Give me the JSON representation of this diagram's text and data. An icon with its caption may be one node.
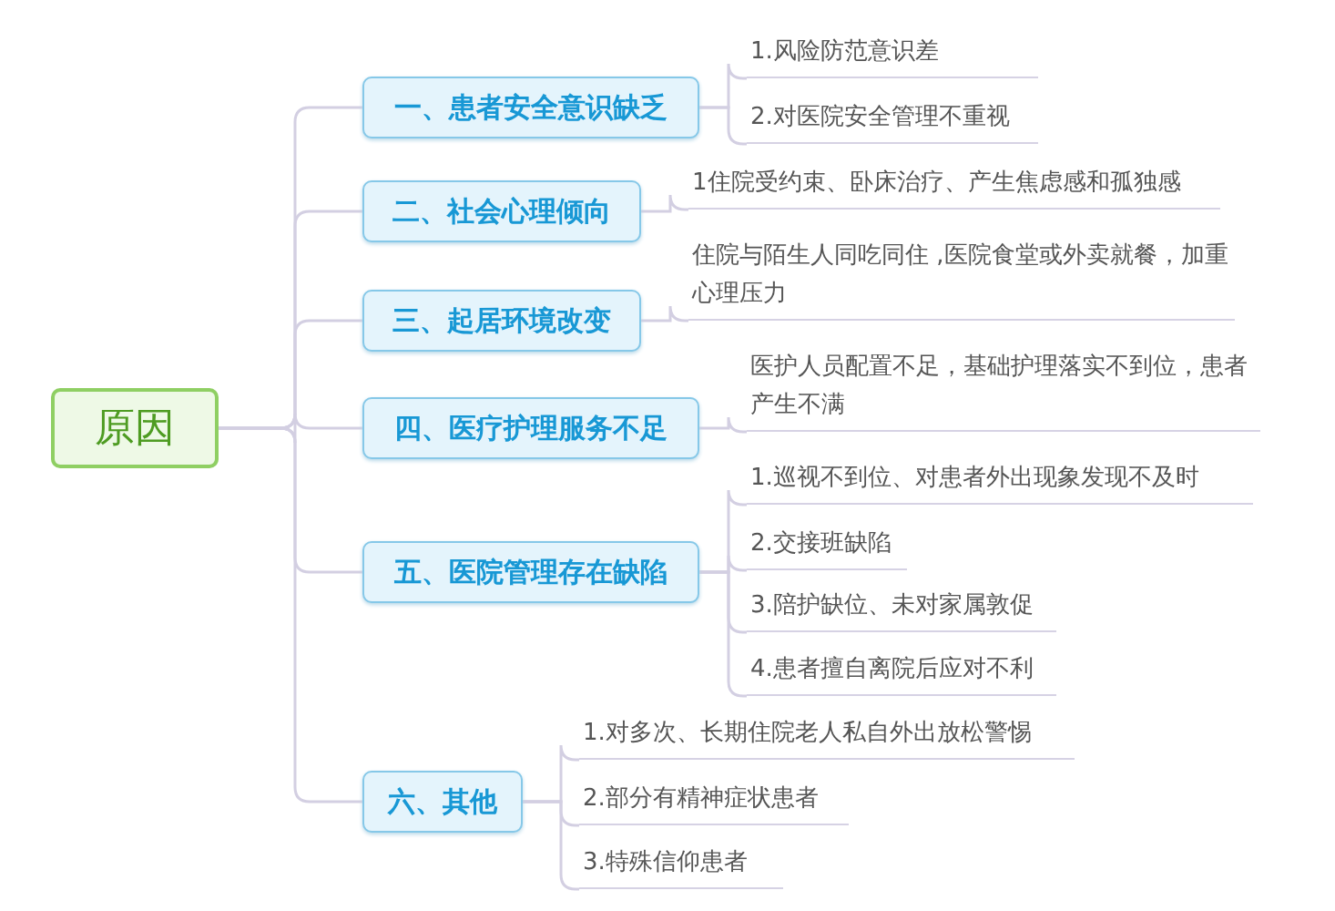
{
  "diagram": {
    "nodes": [
      {
        "text": [
          "原因"
        ]
      },
      {
        "text": [
          "一、患者安全意识缺乏"
        ]
      },
      {
        "text": [
          "1.风险防范意识差"
        ]
      },
      {
        "text": [
          "2.对医院安全管理不重视"
        ]
      },
      {
        "text": [
          "二、社会心理倾向"
        ]
      },
      {
        "text": [
          "1住院受约束、卧床治疗、产生焦虑感和孤独感"
        ]
      },
      {
        "text": [
          "三、起居环境改变"
        ]
      },
      {
        "text": [
          "住院与陌生人同吃同住 ,医院食堂或外卖就餐，加重心理压力"
        ]
      },
      {
        "text": [
          "四、医疗护理服务不足"
        ]
      },
      {
        "text": [
          "医护人员配置不足，基础护理落实不到位，患者产生不满"
        ]
      },
      {
        "text": [
          "五、医院管理存在缺陷"
        ]
      },
      {
        "text": [
          "1.巡视不到位、对患者外出现象发现不及时"
        ]
      },
      {
        "text": [
          "2.交接班缺陷"
        ]
      },
      {
        "text": [
          "3.陪护缺位、未对家属敦促"
        ]
      },
      {
        "text": [
          "4.患者擅自离院后应对不利"
        ]
      },
      {
        "text": [
          "六、其他"
        ]
      },
      {
        "text": [
          "1.对多次、长期住院老人私自外出放松警惕"
        ]
      },
      {
        "text": [
          "2.部分有精神症状患者"
        ]
      },
      {
        "text": [
          "3.特殊信仰患者"
        ]
      }
    ],
    "edges": [
      {
        "from": 0,
        "to": 1,
        "arrow": "none"
      },
      {
        "from": 0,
        "to": 4,
        "arrow": "none"
      },
      {
        "from": 0,
        "to": 6,
        "arrow": "none"
      },
      {
        "from": 0,
        "to": 8,
        "arrow": "none"
      },
      {
        "from": 0,
        "to": 10,
        "arrow": "none"
      },
      {
        "from": 0,
        "to": 15,
        "arrow": "none"
      },
      {
        "from": 1,
        "to": 2,
        "arrow": "none"
      },
      {
        "from": 1,
        "to": 3,
        "arrow": "none"
      },
      {
        "from": 4,
        "to": 5,
        "arrow": "none"
      },
      {
        "from": 6,
        "to": 7,
        "arrow": "none"
      },
      {
        "from": 8,
        "to": 9,
        "arrow": "none"
      },
      {
        "from": 10,
        "to": 11,
        "arrow": "none"
      },
      {
        "from": 10,
        "to": 12,
        "arrow": "none"
      },
      {
        "from": 10,
        "to": 13,
        "arrow": "none"
      },
      {
        "from": 10,
        "to": 14,
        "arrow": "none"
      },
      {
        "from": 15,
        "to": 16,
        "arrow": "none"
      },
      {
        "from": 15,
        "to": 17,
        "arrow": "none"
      },
      {
        "from": 15,
        "to": 18,
        "arrow": "none"
      }
    ]
  }
}
